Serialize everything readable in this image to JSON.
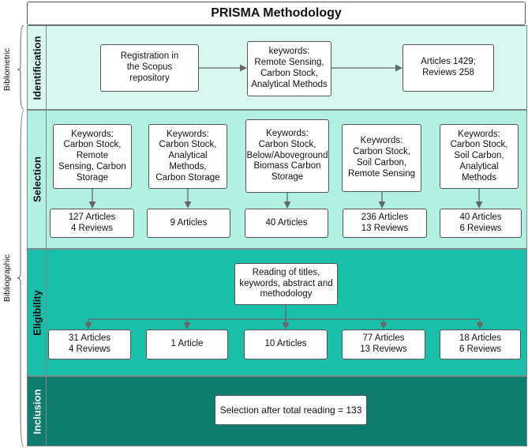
{
  "title": "PRISMA Methodology",
  "side_labels": {
    "bibliometric": "Bibliometric",
    "bibliographic": "Bibliographic"
  },
  "phases": {
    "identification": {
      "label": "Identification",
      "color": "#d9f7f1",
      "boxes": [
        "Registration in\nthe Scopus\nrepository",
        "keywords:\nRemote Sensing,\nCarbon Stock,\nAnalytical Methods",
        "Articles 1429;\nReviews 258"
      ]
    },
    "selection": {
      "label": "Selection",
      "color": "#b2f0e4",
      "keywords": [
        "Keywords:\nCarbon Stock,\nRemote\nSensing, Carbon\nStorage",
        "Keywords:\nCarbon Stock,\nAnalytical\nMethods,\nCarbon Storage",
        "Keywords:\nCarbon Stock,\nBelow/Aboveground\nBiomass Carbon\nStorage",
        "Keywords:\nCarbon Stock,\nSoil Carbon,\nRemote Sensing",
        "Keywords:\nCarbon Stock,\nSoil Carbon,\nAnalytical\nMethods"
      ],
      "results": [
        "127 Articles\n4 Reviews",
        "9 Articles",
        "40 Articles",
        "236 Articles\n13 Reviews",
        "40 Articles\n6 Reviews"
      ]
    },
    "eligibility": {
      "label": "Eligibility",
      "color": "#19bfa8",
      "reading": "Reading of titles,\nkeywords, abstract and\nmethodology",
      "results": [
        "31 Articles\n4 Reviews",
        "1 Article",
        "10 Articles",
        "77 Articles\n13 Reviews",
        "18 Articles\n6 Reviews"
      ]
    },
    "inclusion": {
      "label": "Inclusion",
      "color": "#0d7d6d",
      "result": "Selection after total reading = 133"
    }
  },
  "colors": {
    "arrow": "#666666",
    "box_border": "#555555"
  }
}
